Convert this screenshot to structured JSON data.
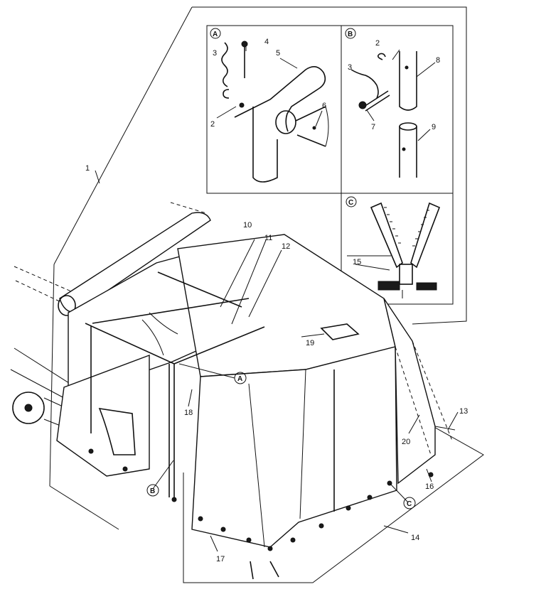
{
  "figure": {
    "detail_labels": [
      "A",
      "B",
      "C"
    ],
    "callouts": [
      "1",
      "2",
      "3",
      "4",
      "5",
      "6",
      "7",
      "8",
      "9",
      "10",
      "11",
      "12",
      "13",
      "14",
      "15",
      "16",
      "17",
      "18",
      "19",
      "20"
    ],
    "main_view_markers": [
      "A",
      "B",
      "C"
    ]
  }
}
